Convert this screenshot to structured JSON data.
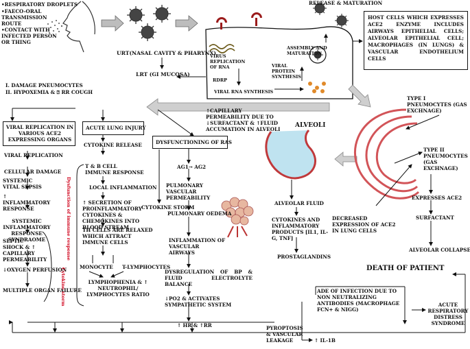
{
  "transmission": [
    "•Respiratory droplets",
    "•Faeco-oral transmission route",
    "•Contact with infected person or thing"
  ],
  "cell_entry": {
    "release": "Release & Maturation",
    "virus_replication": "Virus replication of RNA",
    "rdrp": "RDRP",
    "viral_rna": "Viral RNA synthesis",
    "viral_protein": "Viral protein synthesis",
    "assembly": "Assembly and maturation"
  },
  "host_cells": "Host cells which expresses ACE2 enzyme includes airways epithelial cells; alveolar epithelial cell; macrophages (in lungs) & vascular endothelium cells",
  "urt": "URT(Nasal cavity & pharynx)",
  "lrt": "LRT (GI mucosa)",
  "damage": [
    "i.   Damage pneumocytes",
    "ii.  Hypoxemia & ⍰ RR cough"
  ],
  "capillary": "↑Capillary permeability due to ↓surfactant & ↑fluid accumation in alveoli",
  "alveoli_label": "Alveoli",
  "type1": "Type I pneumocytes (Gas exchnage)",
  "type2": "Type II pneumocytes (Gas exchnage)",
  "col1": {
    "header": "Viral replication in various ACE2 expressing organs",
    "items": [
      "Viral replication",
      "Cellular damage",
      "Systemic vital sepsis",
      "↑ Inflammatory response",
      "Systemic inflammatory response syndraome",
      "Septic shock & ↑ capillary permeability",
      "↓Oxygen perfusion",
      "Multiple organ failure"
    ],
    "dysfunction": "Dysfunction of immune response",
    "cytokine_storm_side": "Cytokine storm"
  },
  "col2": {
    "header": "Acute lung injury",
    "items": [
      "Cytokine release",
      "T & B cell immune response",
      "Local inflammation",
      "↑ Secretion of proinflammatory cytokines & chemokines into blood stream",
      "TH cells are relaxed which attract immune cells",
      "Monocyte",
      "T-lymphocytes",
      "Lymphophenia & ↑ neutrophil/ lymphocytes ratio"
    ]
  },
  "col3": {
    "header": "Dysfunctioning of RAS",
    "items": [
      "AG1→ AG2",
      "Pulmonary vascular permeability",
      "Cytokine storm",
      "Pulmonary oedema",
      "Inflammation of vascular airways",
      "Dysregulation of BP & fluid electrolyte balance",
      "↓PO2 & activates sympathetic system",
      "↑ HR & ↑RR"
    ]
  },
  "col4": {
    "items": [
      "Alveolar fluid",
      "Cytokines and inflammatory products [IL1, IL-G, TNF]",
      "Prostaglandins"
    ]
  },
  "col5": {
    "decreased": "Decreased expression of ACE2 in lung cells",
    "items": [
      "Expresses ACE2",
      "Surfactant",
      "Alveolar collapse"
    ],
    "death": "Death of patient"
  },
  "bottom": {
    "pyroptosis": "Pyroptosis & vascular leakage",
    "ade": "ADE of infection due to non neutralizing antibodies (macrophage Fcn+ & NIgG)",
    "il1b": "↑ IL-1β",
    "ards": "Acute respiratory distress syndrome"
  }
}
